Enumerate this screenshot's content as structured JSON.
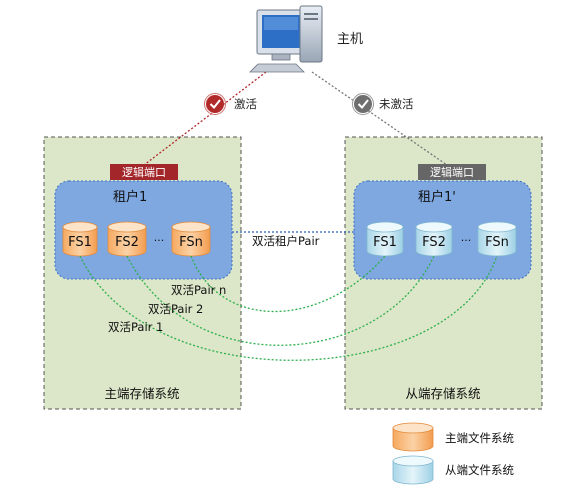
{
  "host": {
    "label": "主机",
    "icon": "computer-icon"
  },
  "links": {
    "active": {
      "label": "激活",
      "color": "#b02a2a",
      "icon": "check-circle-icon"
    },
    "inactive": {
      "label": "未激活",
      "color": "#6e6e6e",
      "icon": "check-circle-icon"
    }
  },
  "primary": {
    "system_label": "主端存储系统",
    "port_label": "逻辑端口",
    "port_color": "#a3262a",
    "tenant_label": "租户1",
    "fs": [
      "FS1",
      "FS2",
      "FSn"
    ],
    "ellipsis": "···"
  },
  "secondary": {
    "system_label": "从端存储系统",
    "port_label": "逻辑端口",
    "port_color": "#666666",
    "tenant_label": "租户1'",
    "fs": [
      "FS1",
      "FS2",
      "FSn"
    ],
    "ellipsis": "···"
  },
  "pairs": {
    "tenant_pair": "双活租户Pair",
    "pair_n": "双活Pair n",
    "pair_2": "双活Pair 2",
    "pair_1": "双活Pair 1"
  },
  "legend": {
    "primary_fs": "主端文件系统",
    "secondary_fs": "从端文件系统"
  },
  "colors": {
    "storage_bg": "#dce6c8",
    "tenant_bg": "#7fa7e0",
    "primary_fs": "#f7b77a",
    "secondary_fs": "#bfe3ef",
    "pair_line": "#2db04b",
    "tenant_pair_line": "#2a5fc0"
  }
}
